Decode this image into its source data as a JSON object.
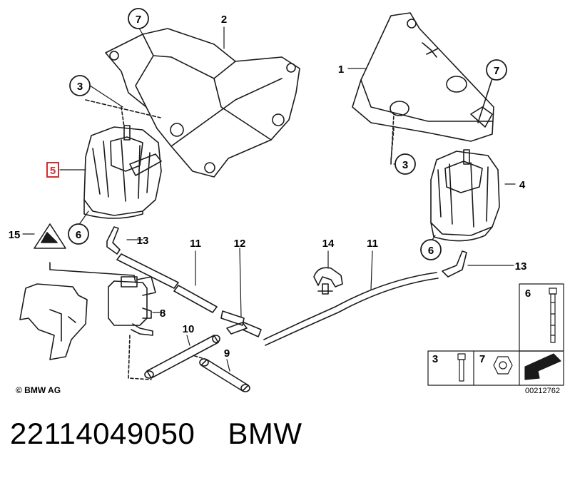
{
  "callouts": {
    "c1": "1",
    "c2": "2",
    "c3a": "3",
    "c3b": "3",
    "c4": "4",
    "c5": "5",
    "c6a": "6",
    "c6b": "6",
    "c7a": "7",
    "c7b": "7",
    "c8": "8",
    "c9": "9",
    "c10": "10",
    "c11a": "11",
    "c11b": "11",
    "c12": "12",
    "c13a": "13",
    "c13b": "13",
    "c14": "14",
    "c15": "15"
  },
  "legend": {
    "bolt6": "6",
    "bolt3": "3",
    "nut7": "7"
  },
  "copyright": "© BMW AG",
  "ref_number": "00212762",
  "footer": {
    "part_number": "22114049050",
    "brand": "BMW"
  },
  "colors": {
    "highlight": "#d32f2f",
    "line": "#1a1a1a"
  }
}
